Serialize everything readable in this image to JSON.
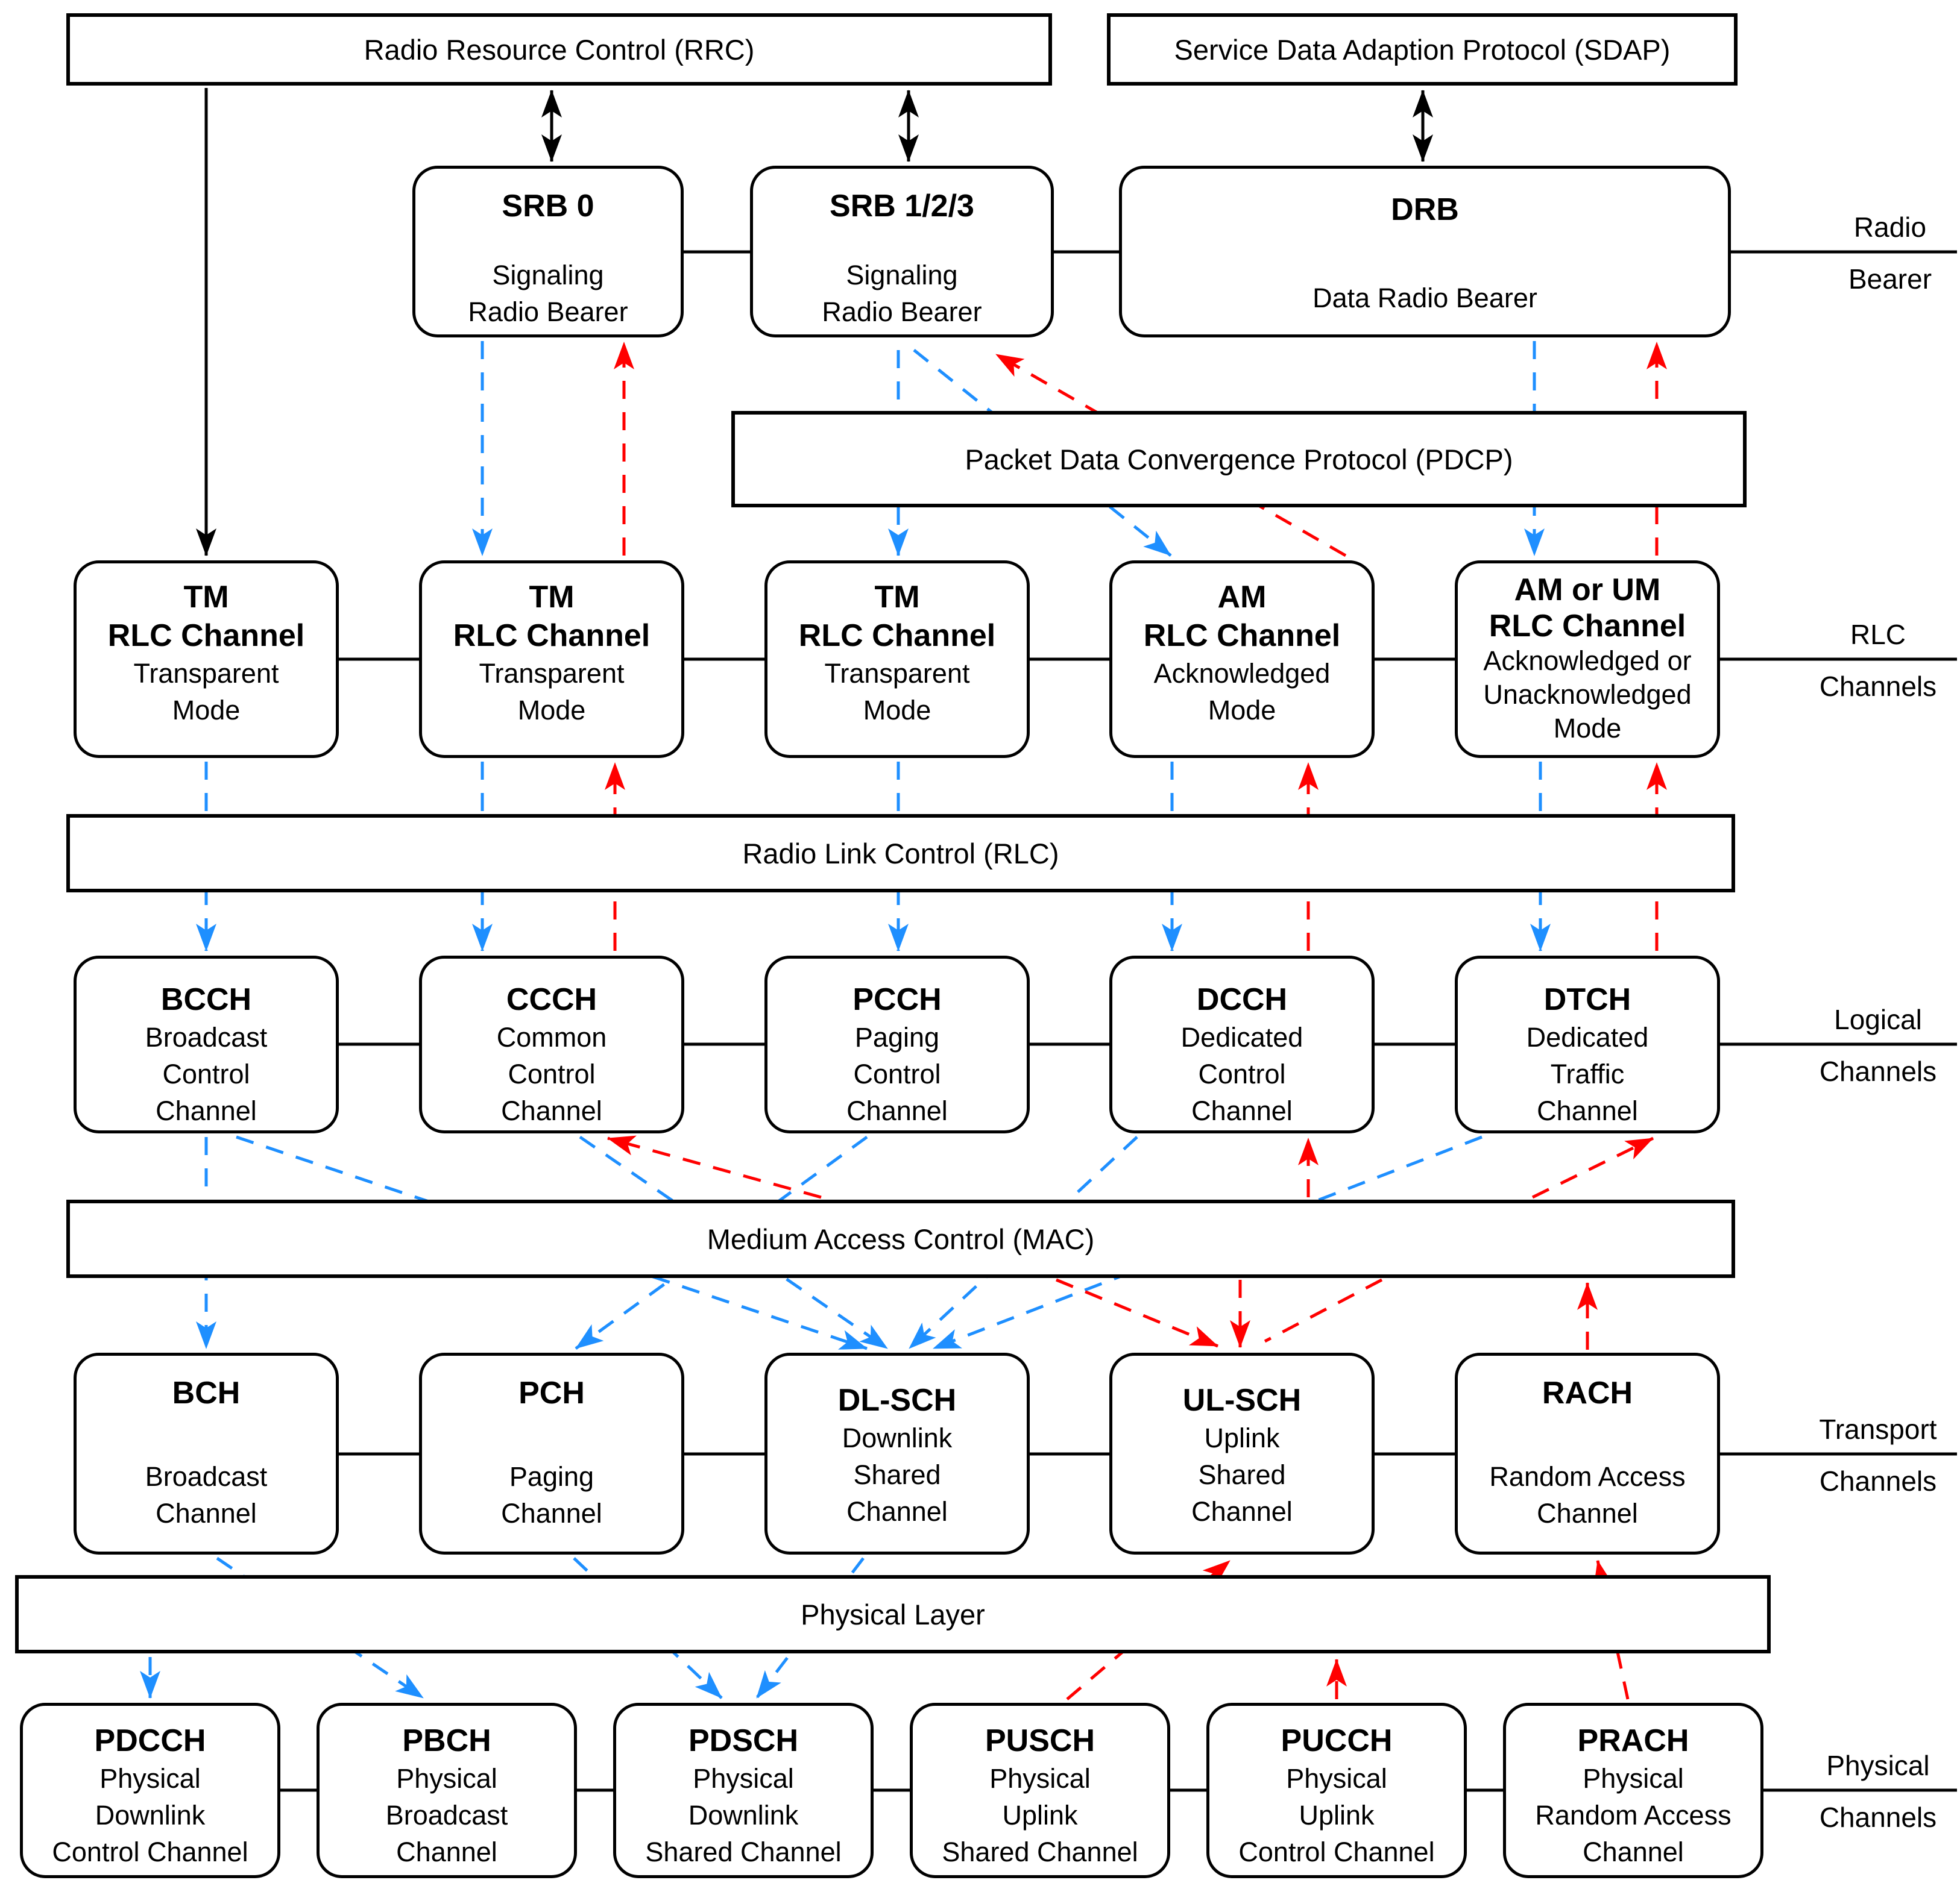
{
  "title": "5G NR radio protocol stack and channel mapping",
  "colors": {
    "downlink_blue": "#1E8FFF",
    "uplink_red": "#FF0000",
    "ink": "#000000",
    "background": "#FFFFFF"
  },
  "layers": {
    "rrc": "Radio Resource Control (RRC)",
    "sdap": "Service Data Adaption Protocol (SDAP)",
    "pdcp": "Packet Data Convergence Protocol (PDCP)",
    "rlc": "Radio Link Control (RLC)",
    "mac": "Medium Access Control (MAC)",
    "phy": "Physical Layer"
  },
  "bearer": {
    "label": [
      "Radio",
      "Bearer"
    ],
    "boxes": [
      {
        "id": "srb0",
        "title": "SRB 0",
        "sub": [
          "Signaling",
          "Radio Bearer"
        ]
      },
      {
        "id": "srb123",
        "title": "SRB 1/2/3",
        "sub": [
          "Signaling",
          "Radio Bearer"
        ]
      },
      {
        "id": "drb",
        "title": "DRB",
        "sub": [
          "Data Radio Bearer"
        ]
      }
    ]
  },
  "rlc_channels": {
    "label": [
      "RLC",
      "Channels"
    ],
    "boxes": [
      {
        "id": "tm1",
        "title": [
          "TM",
          "RLC Channel"
        ],
        "sub": [
          "Transparent",
          "Mode"
        ]
      },
      {
        "id": "tm2",
        "title": [
          "TM",
          "RLC Channel"
        ],
        "sub": [
          "Transparent",
          "Mode"
        ]
      },
      {
        "id": "tm3",
        "title": [
          "TM",
          "RLC Channel"
        ],
        "sub": [
          "Transparent",
          "Mode"
        ]
      },
      {
        "id": "am",
        "title": [
          "AM",
          "RLC Channel"
        ],
        "sub": [
          "Acknowledged",
          "Mode"
        ]
      },
      {
        "id": "amum",
        "title": [
          "AM or UM",
          "RLC Channel"
        ],
        "sub": [
          "Acknowledged or",
          "Unacknowledged",
          "Mode"
        ]
      }
    ]
  },
  "logical": {
    "label": [
      "Logical",
      "Channels"
    ],
    "boxes": [
      {
        "id": "bcch",
        "title": "BCCH",
        "sub": [
          "Broadcast",
          "Control",
          "Channel"
        ]
      },
      {
        "id": "ccch",
        "title": "CCCH",
        "sub": [
          "Common",
          "Control",
          "Channel"
        ]
      },
      {
        "id": "pcch",
        "title": "PCCH",
        "sub": [
          "Paging",
          "Control",
          "Channel"
        ]
      },
      {
        "id": "dcch",
        "title": "DCCH",
        "sub": [
          "Dedicated",
          "Control",
          "Channel"
        ]
      },
      {
        "id": "dtch",
        "title": "DTCH",
        "sub": [
          "Dedicated",
          "Traffic",
          "Channel"
        ]
      }
    ]
  },
  "transport": {
    "label": [
      "Transport",
      "Channels"
    ],
    "boxes": [
      {
        "id": "bch",
        "title": "BCH",
        "sub": [
          "Broadcast",
          "Channel"
        ]
      },
      {
        "id": "pch",
        "title": "PCH",
        "sub": [
          "Paging",
          "Channel"
        ]
      },
      {
        "id": "dlsch",
        "title": "DL-SCH",
        "sub": [
          "Downlink",
          "Shared",
          "Channel"
        ]
      },
      {
        "id": "ulsch",
        "title": "UL-SCH",
        "sub": [
          "Uplink",
          "Shared",
          "Channel"
        ]
      },
      {
        "id": "rach",
        "title": "RACH",
        "sub": [
          "Random Access",
          "Channel"
        ]
      }
    ]
  },
  "physical": {
    "label": [
      "Physical",
      "Channels"
    ],
    "boxes": [
      {
        "id": "pdcch",
        "title": "PDCCH",
        "sub": [
          "Physical",
          "Downlink",
          "Control Channel"
        ]
      },
      {
        "id": "pbch",
        "title": "PBCH",
        "sub": [
          "Physical",
          "Broadcast",
          "Channel"
        ]
      },
      {
        "id": "pdsch",
        "title": "PDSCH",
        "sub": [
          "Physical",
          "Downlink",
          "Shared Channel"
        ]
      },
      {
        "id": "pusch",
        "title": "PUSCH",
        "sub": [
          "Physical",
          "Uplink",
          "Shared Channel"
        ]
      },
      {
        "id": "pucch",
        "title": "PUCCH",
        "sub": [
          "Physical",
          "Uplink",
          "Control Channel"
        ]
      },
      {
        "id": "prach",
        "title": "PRACH",
        "sub": [
          "Physical",
          "Random Access",
          "Channel"
        ]
      }
    ]
  },
  "connections": {
    "rrc_control_solid_black": [
      [
        "rrc",
        "srb0",
        "bidirectional"
      ],
      [
        "rrc",
        "srb123",
        "bidirectional"
      ],
      [
        "sdap",
        "drb",
        "bidirectional"
      ],
      [
        "rrc",
        "tm1",
        "down"
      ]
    ],
    "downlink_blue_dashed": [
      [
        "srb0",
        "tm2"
      ],
      [
        "srb123",
        "tm3"
      ],
      [
        "srb123",
        "am"
      ],
      [
        "drb",
        "amum"
      ],
      [
        "tm1",
        "bcch"
      ],
      [
        "tm2",
        "ccch"
      ],
      [
        "tm3",
        "pcch"
      ],
      [
        "am",
        "dcch"
      ],
      [
        "amum",
        "dtch"
      ],
      [
        "bcch",
        "bch"
      ],
      [
        "bcch",
        "dlsch"
      ],
      [
        "ccch",
        "dlsch"
      ],
      [
        "pcch",
        "pch"
      ],
      [
        "dcch",
        "dlsch"
      ],
      [
        "dtch",
        "dlsch"
      ],
      [
        "bch",
        "pbch"
      ],
      [
        "pch",
        "pdsch"
      ],
      [
        "dlsch",
        "pdsch"
      ],
      [
        "phy",
        "pdcch"
      ]
    ],
    "uplink_red_dashed": [
      [
        "tm2",
        "srb0"
      ],
      [
        "am",
        "srb123"
      ],
      [
        "amum",
        "drb"
      ],
      [
        "ccch",
        "tm2"
      ],
      [
        "dcch",
        "am"
      ],
      [
        "dtch",
        "amum"
      ],
      [
        "mac",
        "ccch"
      ],
      [
        "mac",
        "dcch"
      ],
      [
        "mac",
        "dtch"
      ],
      [
        "mac",
        "ulsch"
      ],
      [
        "mac",
        "ulsch"
      ],
      [
        "mac",
        "ulsch"
      ],
      [
        "rach",
        "mac"
      ],
      [
        "pusch",
        "ulsch"
      ],
      [
        "pucch",
        "phy"
      ],
      [
        "prach",
        "rach"
      ]
    ]
  }
}
